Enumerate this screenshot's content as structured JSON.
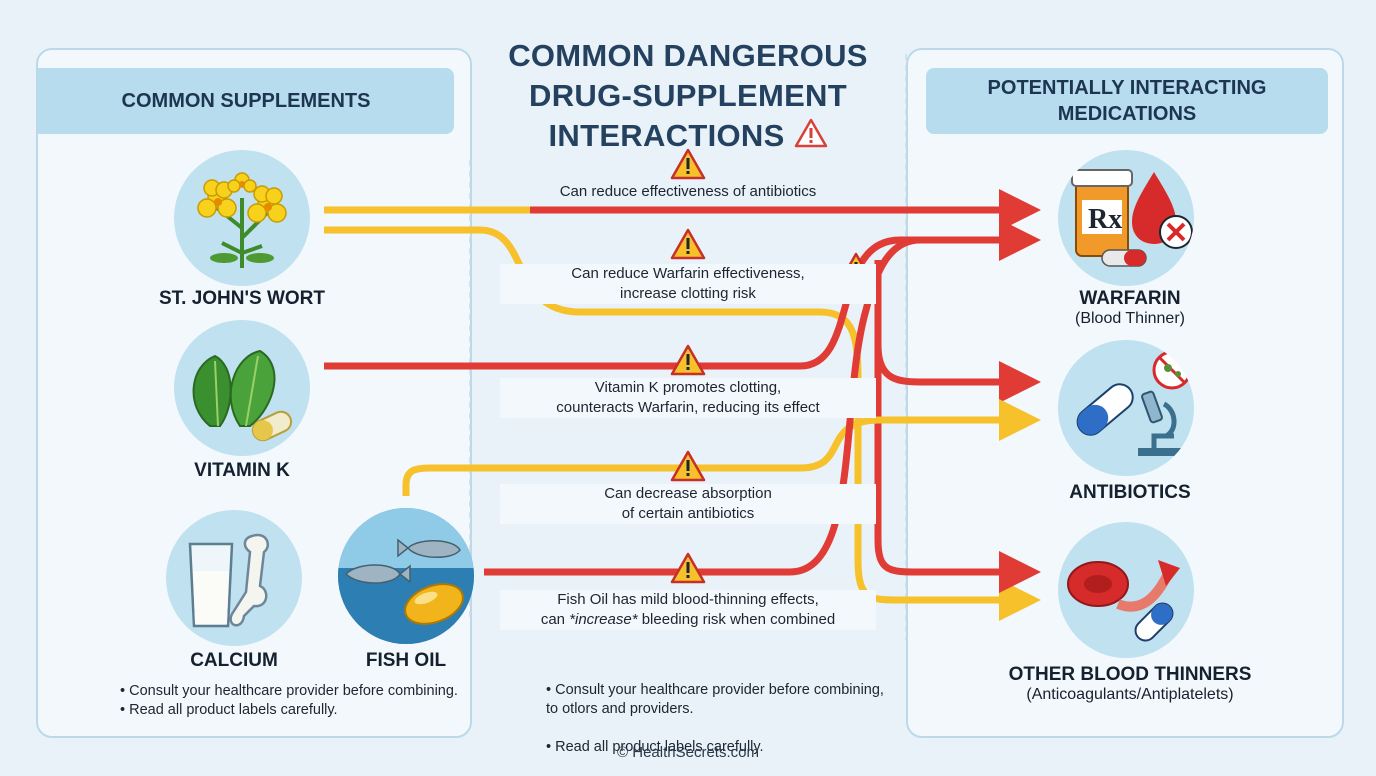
{
  "title": {
    "line1": "COMMON DANGEROUS",
    "line2": "DRUG-SUPPLEMENT",
    "line3": "INTERACTIONS"
  },
  "left_panel": {
    "header": "COMMON SUPPLEMENTS"
  },
  "right_panel": {
    "header": "POTENTIALLY INTERACTING MEDICATIONS"
  },
  "supplements": [
    {
      "label": "ST. JOHN'S WORT",
      "icon": "st-johns-wort-flower-icon"
    },
    {
      "label": "VITAMIN K",
      "icon": "leafy-greens-capsule-icon"
    },
    {
      "label": "CALCIUM",
      "icon": "milk-glass-bone-icon"
    },
    {
      "label": "FISH OIL",
      "icon": "fish-capsule-icon"
    }
  ],
  "medications": [
    {
      "label": "WARFARIN",
      "sub": "(Blood Thinner)",
      "icon": "pill-bottle-blood-drop-icon"
    },
    {
      "label": "ANTIBIOTICS",
      "sub": "",
      "icon": "capsule-microscope-icon"
    },
    {
      "label": "OTHER BLOOD THINNERS",
      "sub": "(Anticoagulants/Antiplatelets)",
      "icon": "blood-cell-pill-icon"
    }
  ],
  "interactions": [
    {
      "text": "Can reduce effectiveness of antibiotics"
    },
    {
      "text": "Can reduce Warfarin effectiveness,\nincrease clotting risk"
    },
    {
      "text": "Vitamin K promotes clotting,\ncounteracts Warfarin, reducing its effect"
    },
    {
      "text": "Can decrease absorption\nof certain antibiotics"
    },
    {
      "text": "Fish Oil has mild blood-thinning effects,\ncan *increase* bleeding risk when combined"
    }
  ],
  "left_bullets": [
    "Consult your healthcare provider before combining.",
    "Read all product labels carefully."
  ],
  "center_bullets": [
    "Consult your healthcare provider before combining,\nto otlors and providers.",
    "Read all product labels carefully."
  ],
  "footer": "© HealthSecrets.com",
  "colors": {
    "red": "#e03b35",
    "yellow": "#f6c12a",
    "panel_border": "#bcd9ea",
    "header_bg": "#b7dcee"
  }
}
